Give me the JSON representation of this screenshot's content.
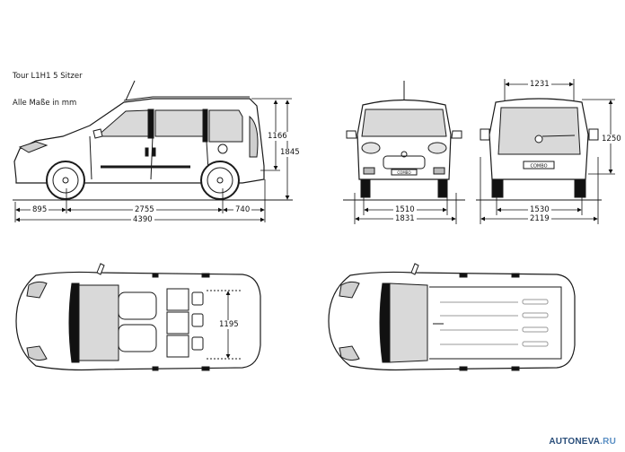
{
  "header": {
    "model_label": "Tour L1H1 5 Sitzer",
    "units_note": "Alle Maße in mm"
  },
  "side_view": {
    "front_overhang": "895",
    "wheelbase": "2755",
    "rear_overhang": "740",
    "overall_length": "4390",
    "interior_height": "1166",
    "overall_height": "1845"
  },
  "front_view": {
    "front_track": "1510",
    "body_width": "1831",
    "badge": "COMBO"
  },
  "rear_view": {
    "rear_opening_width": "1231",
    "rear_opening_height": "1250",
    "rear_track": "1530",
    "width_with_mirrors": "2119",
    "badge": "COMBO"
  },
  "top_view_seats": {
    "cargo_width": "1195"
  },
  "watermark": {
    "part1": "AUTONEVA",
    "part2": ".RU"
  },
  "colors": {
    "line": "#1a1a1a",
    "glass": "#d9d9d9",
    "watermark_dark": "#2a4e7a",
    "watermark_light": "#5a8fc4"
  }
}
